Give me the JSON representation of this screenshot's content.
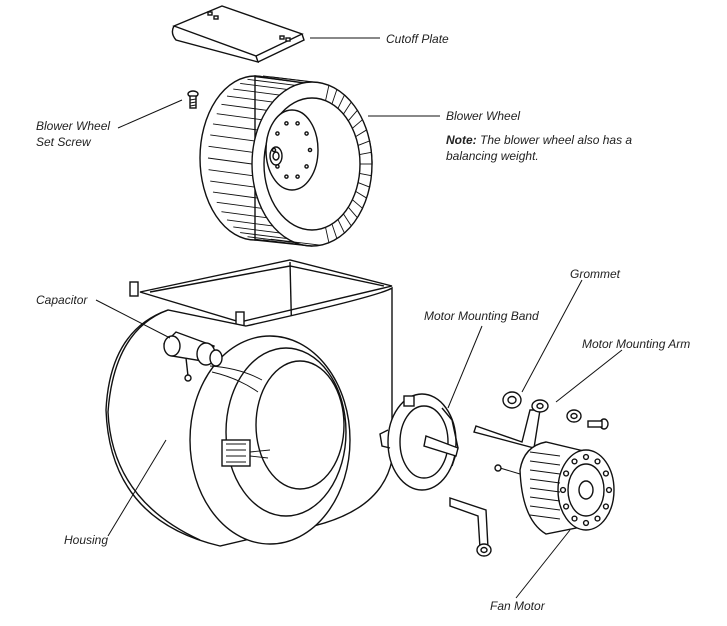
{
  "labels": {
    "cutoff_plate": "Cutoff Plate",
    "blower_wheel": "Blower Wheel",
    "note_prefix": "Note:",
    "note_line1": " The blower wheel also has a",
    "note_line2": "balancing weight.",
    "set_screw_line1": "Blower Wheel",
    "set_screw_line2": "Set Screw",
    "grommet": "Grommet",
    "capacitor": "Capacitor",
    "motor_mounting_band": "Motor Mounting Band",
    "motor_mounting_arm": "Motor Mounting Arm",
    "housing": "Housing",
    "fan_motor": "Fan Motor"
  },
  "colors": {
    "line": "#111111",
    "background": "#ffffff",
    "text": "#222222"
  }
}
